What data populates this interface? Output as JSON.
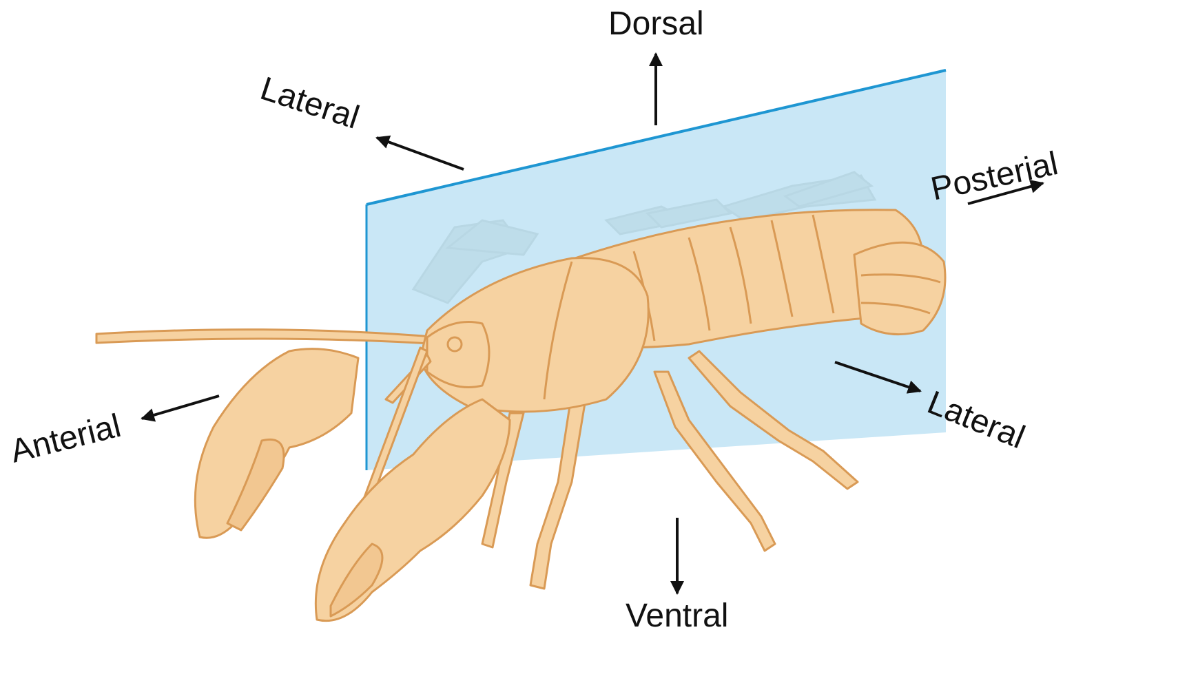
{
  "labels": {
    "dorsal": "Dorsal",
    "ventral": "Ventral",
    "lateral_left": "Lateral",
    "lateral_right": "Lateral",
    "posterior": "Posterial",
    "anterior": "Anterial"
  },
  "colors": {
    "plane_fill": "#bfe3f5",
    "plane_edge": "#1e96d2",
    "body_fill": "#f6d2a1",
    "body_stroke": "#d99a55",
    "far_side_legs": "#b7bcae",
    "arrow": "#111111"
  }
}
